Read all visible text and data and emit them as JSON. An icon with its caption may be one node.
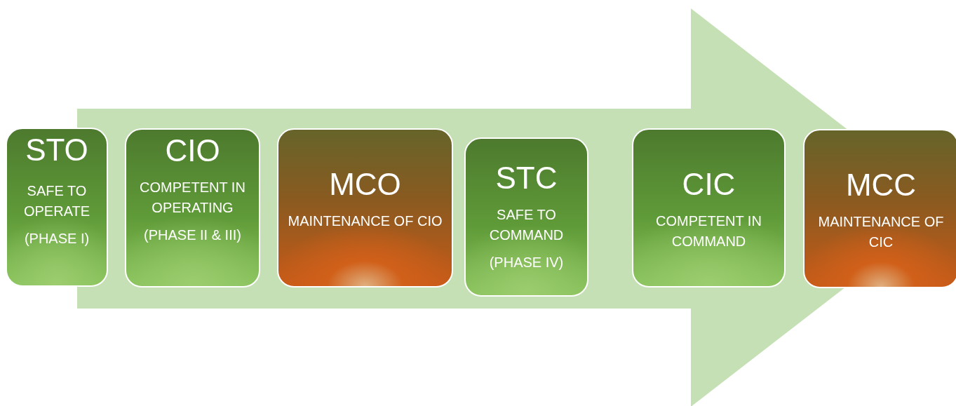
{
  "diagram": {
    "nodes": [
      {
        "text": [
          "STO",
          "SAFE TO OPERATE",
          "(PHASE I)"
        ]
      },
      {
        "text": [
          "CIO",
          "COMPETENT IN OPERATING",
          "(PHASE II & III)"
        ]
      },
      {
        "text": [
          "MCO",
          "MAINTENANCE OF CIO"
        ]
      },
      {
        "text": [
          "STC",
          "SAFE TO COMMAND",
          "(PHASE IV)"
        ]
      },
      {
        "text": [
          "CIC",
          "COMPETENT IN COMMAND"
        ]
      },
      {
        "text": [
          "MCC",
          "MAINTENANCE OF CIC"
        ]
      }
    ],
    "edges": [
      {
        "from": 0,
        "to": 5,
        "arrow": "to"
      }
    ]
  }
}
